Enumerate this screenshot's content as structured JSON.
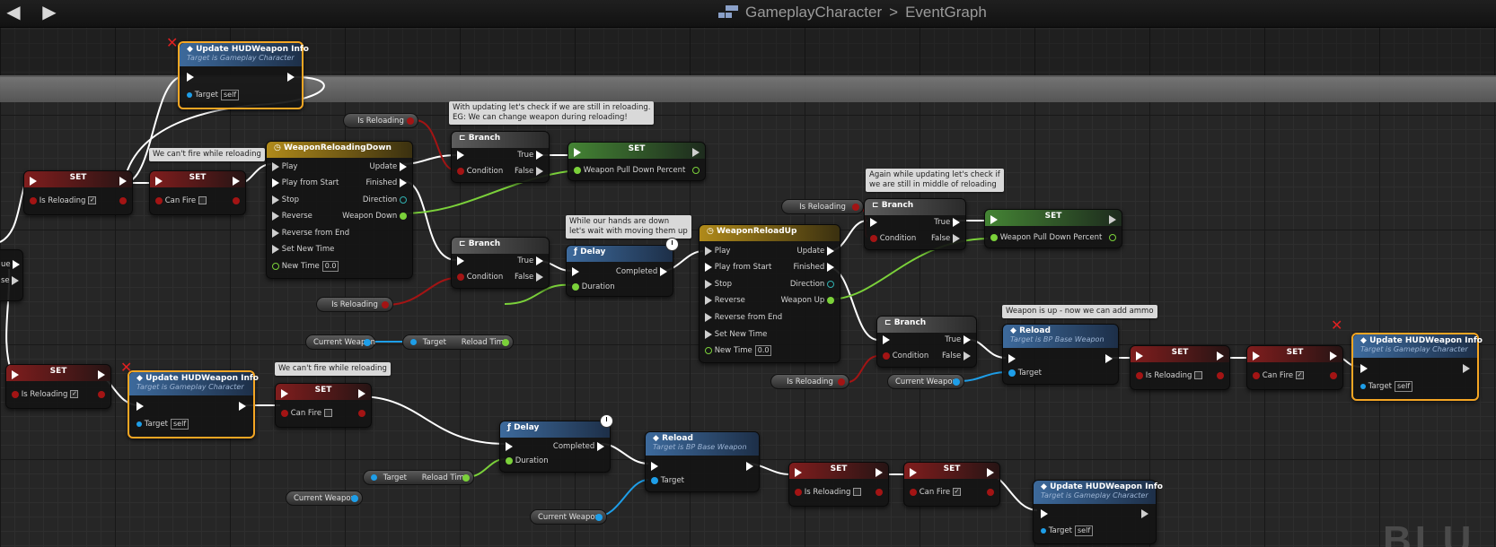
{
  "breadcrumb": {
    "blueprint": "GameplayCharacter",
    "separator": ">",
    "graph": "EventGraph"
  },
  "watermark": "BLU",
  "colors": {
    "exec": "#ffffff",
    "bool": "#a31414",
    "float": "#7bd13a",
    "object": "#1e9ee8",
    "selection": "#f5a623",
    "function_header": "#3d6a9c",
    "timeline_header": "#b08a1a"
  },
  "icons": {
    "back": "arrow-left-icon",
    "forward": "arrow-right-icon",
    "blueprint": "blueprint-graph-icon"
  },
  "comments": {
    "c1": "We can't fire while reloading",
    "c2": "With updating let's check if we are still in reloading.\nEG: We can change weapon during reloading!",
    "c3": "While our hands are down\nlet's wait with moving them up",
    "c4": "Again while updating let's check if\nwe are still in middle of reloading",
    "c5": "We can't fire while reloading",
    "c6": "Weapon is up - now we can add ammo"
  },
  "labels": {
    "set": "SET",
    "is_reloading": "Is Reloading",
    "can_fire": "Can Fire",
    "update_hud": "Update HUDWeapon Info",
    "target_is_gameplay": "Target is Gameplay Character",
    "target": "Target",
    "self": "self",
    "branch": "Branch",
    "true": "True",
    "false": "False",
    "condition": "Condition",
    "weapon_reloading_down": "WeaponReloadingDown",
    "weapon_reload_up": "WeaponReloadUp",
    "play": "Play",
    "play_from_start": "Play from Start",
    "stop": "Stop",
    "reverse": "Reverse",
    "reverse_from_end": "Reverse from End",
    "set_new_time": "Set New Time",
    "new_time": "New Time",
    "new_time_value": "0.0",
    "update": "Update",
    "finished": "Finished",
    "direction": "Direction",
    "weapon_down": "Weapon Down",
    "weapon_up": "Weapon Up",
    "weapon_pull_down_percent": "Weapon Pull Down Percent",
    "delay": "Delay",
    "completed": "Completed",
    "duration": "Duration",
    "reload_time": "Reload Time",
    "current_weapon": "Current Weapon",
    "reload": "Reload",
    "target_is_bp_base_weapon": "Target is BP Base Weapon",
    "partial_true": "ue",
    "partial_false": "se",
    "checkmark": "✓"
  }
}
